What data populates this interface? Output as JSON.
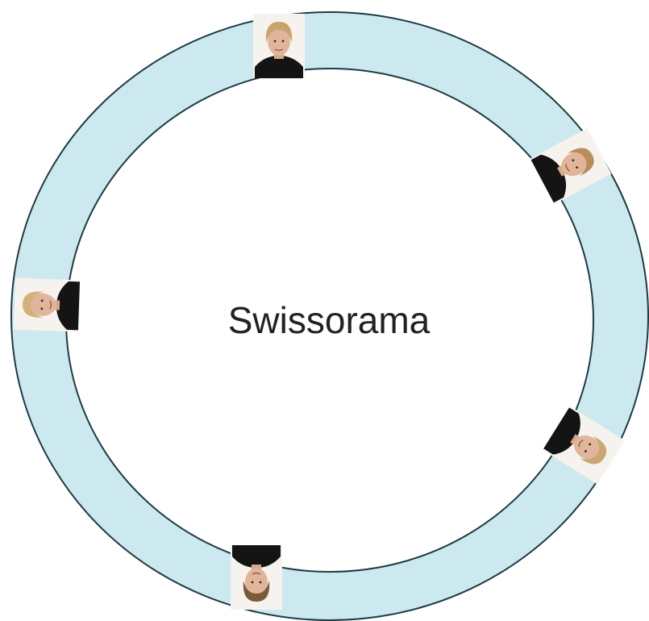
{
  "diagram": {
    "center_label": "Swissorama",
    "ring_color": "#cce9ef",
    "ring_outline_color": "#1f3a44",
    "photo_count": 5,
    "photos": [
      {
        "name": "portrait-top",
        "icon": "person-photo",
        "hair_color": "#c9a36b"
      },
      {
        "name": "portrait-upper-right",
        "icon": "person-photo",
        "hair_color": "#b78d5a"
      },
      {
        "name": "portrait-lower-right",
        "icon": "person-photo",
        "hair_color": "#caa874"
      },
      {
        "name": "portrait-bottom",
        "icon": "person-photo",
        "hair_color": "#7a5a3a"
      },
      {
        "name": "portrait-left",
        "icon": "person-photo",
        "hair_color": "#d4b07a"
      }
    ]
  }
}
